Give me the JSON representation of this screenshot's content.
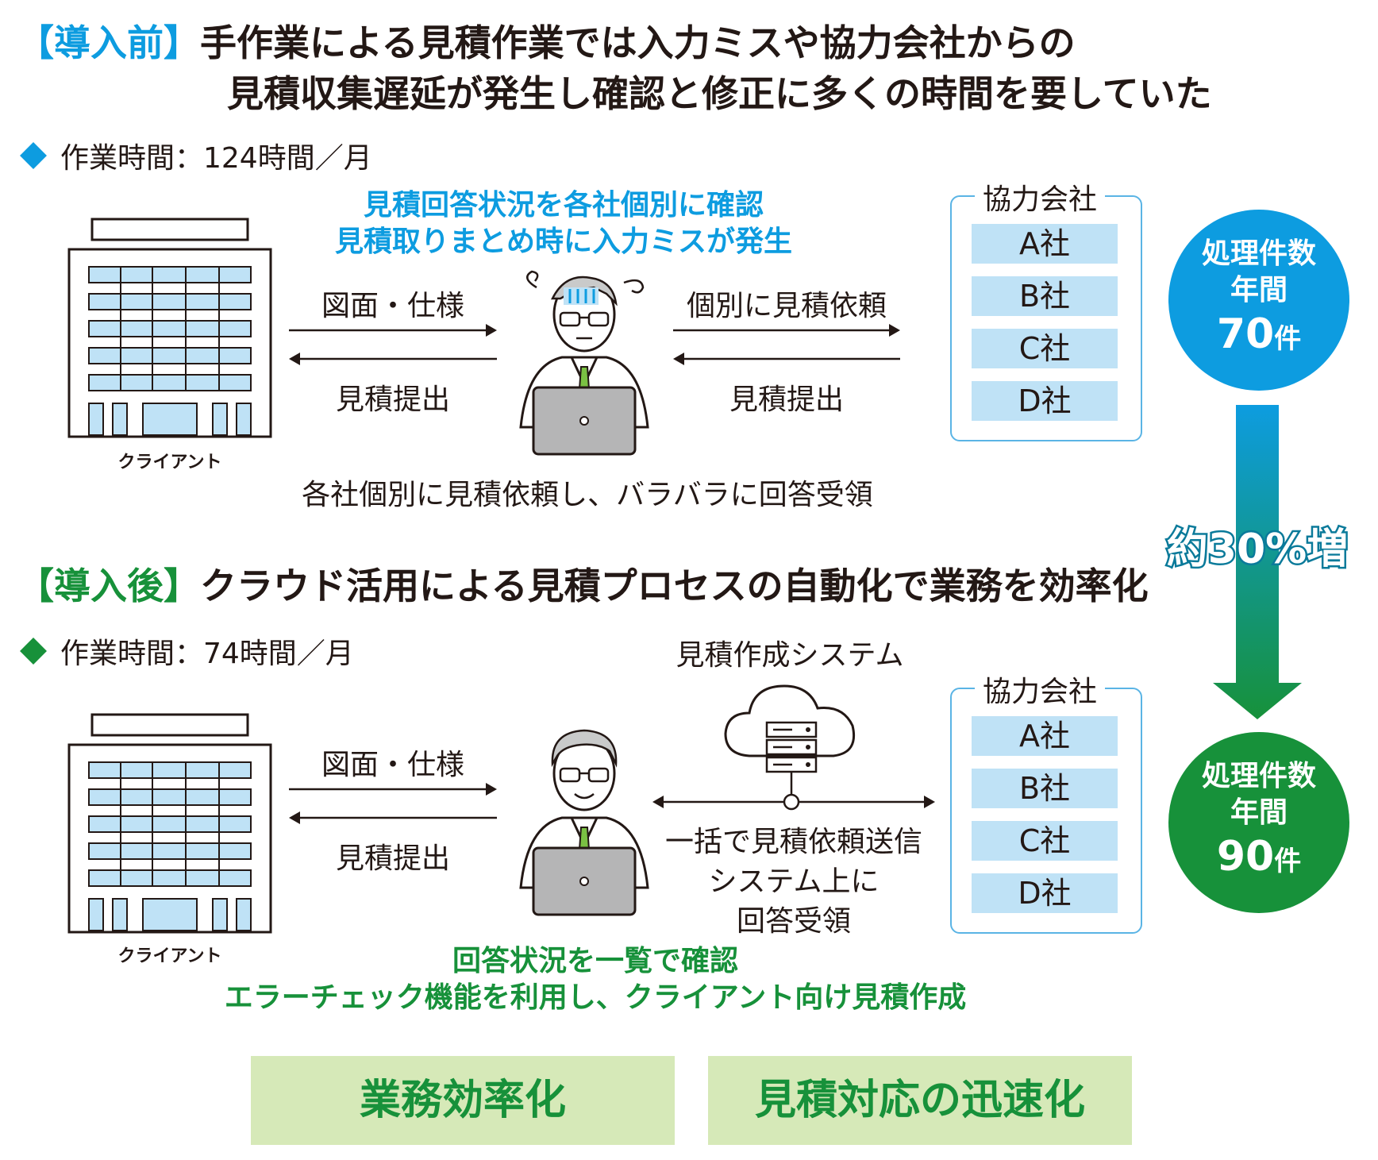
{
  "before": {
    "tag": "【導入前】",
    "headline_1": "手作業による見積作業では入力ミスや協力会社からの",
    "headline_2": "見積収集遅延が発生し確認と修正に多くの時間を要していた",
    "work_time": "作業時間：124時間／月",
    "issue_1": "見積回答状況を各社個別に確認",
    "issue_2": "見積取りまとめ時に入力ミスが発生",
    "client_label": "クライアント",
    "arrow_left_top": "図面・仕様",
    "arrow_left_bottom": "見積提出",
    "arrow_right_top": "個別に見積依頼",
    "arrow_right_bottom": "見積提出",
    "caption": "各社個別に見積依頼し、バラバラに回答受領",
    "partners_title": "協力会社",
    "partners": [
      "A社",
      "B社",
      "C社",
      "D社"
    ],
    "count_l1": "処理件数",
    "count_l2": "年間",
    "count_num": "70",
    "count_unit": "件"
  },
  "increase": "約30%増",
  "after": {
    "tag": "【導入後】",
    "headline": "クラウド活用による見積プロセスの自動化で業務を効率化",
    "work_time": "作業時間：74時間／月",
    "system_label": "見積作成システム",
    "client_label": "クライアント",
    "arrow_left_top": "図面・仕様",
    "arrow_left_bottom": "見積提出",
    "sys_1": "一括で見積依頼送信",
    "sys_2": "システム上に",
    "sys_3": "回答受領",
    "benefit_1": "回答状況を一覧で確認",
    "benefit_2": "エラーチェック機能を利用し、クライアント向け見積作成",
    "partners_title": "協力会社",
    "partners": [
      "A社",
      "B社",
      "C社",
      "D社"
    ],
    "count_l1": "処理件数",
    "count_l2": "年間",
    "count_num": "90",
    "count_unit": "件"
  },
  "results": [
    "業務効率化",
    "見積対応の迅速化"
  ],
  "colors": {
    "blue": "#0d9ce0",
    "green": "#17913a",
    "light_blue": "#bfe2f6",
    "light_green": "#d6e9b8"
  },
  "icons": [
    "building-icon",
    "worker-confused-icon",
    "worker-calm-icon",
    "cloud-server-icon"
  ]
}
